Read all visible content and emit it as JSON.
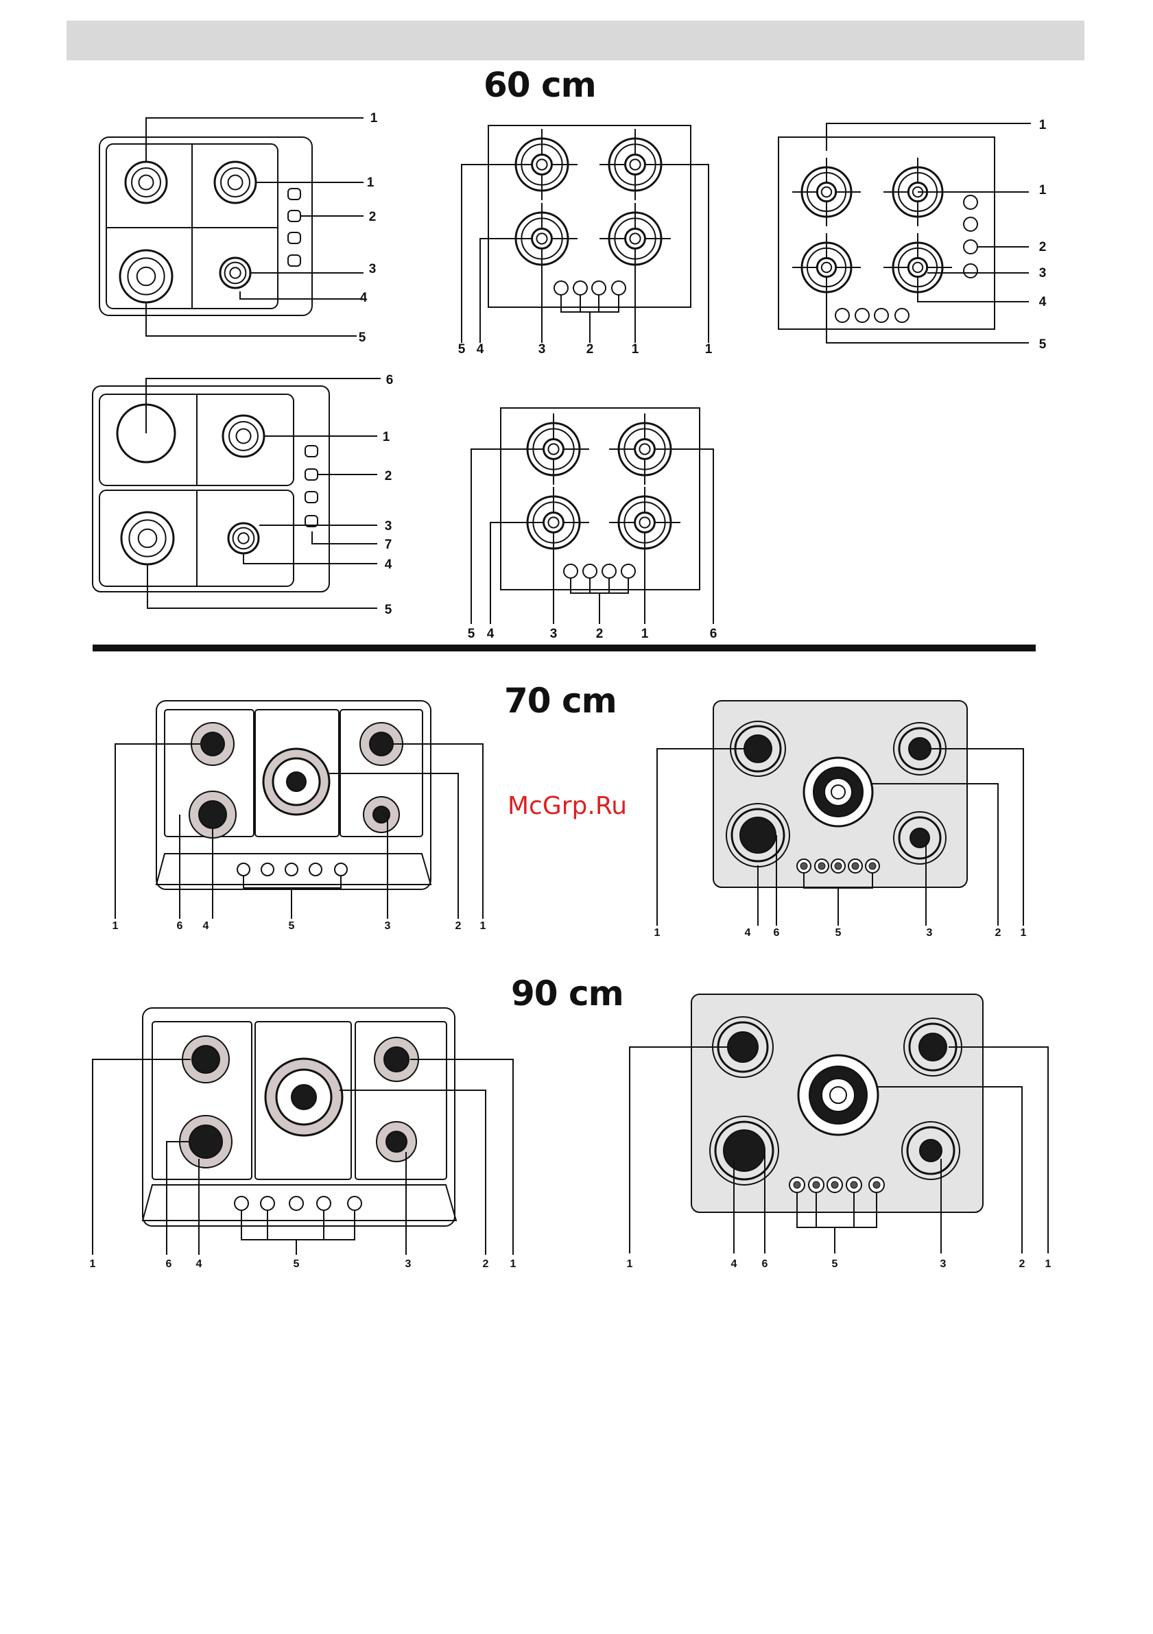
{
  "sections": {
    "s60": "60 cm",
    "s70": "70 cm",
    "s90": "90 cm"
  },
  "watermark": "McGrp.Ru",
  "callouts": [
    "1",
    "2",
    "3",
    "4",
    "5",
    "6",
    "7"
  ],
  "colors": {
    "header_bar": "#d9d9d9",
    "line": "#111111",
    "hob_fill_light": "#e4e4e4",
    "burner_halo": "#d2c8c8",
    "watermark": "#e02020"
  }
}
